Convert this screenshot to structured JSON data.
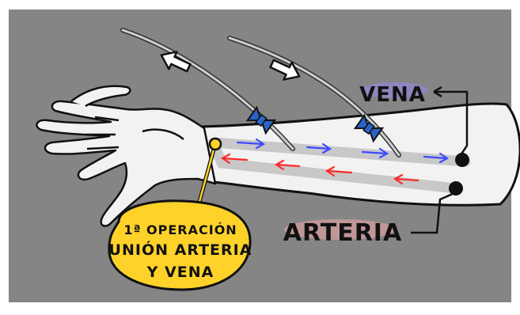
{
  "labels": {
    "vena": "VENA",
    "arteria": "ARTERIA",
    "operation": [
      "1ª OPERACIÓN",
      "UNIÓN ARTERIA",
      "Y VENA"
    ]
  },
  "colors": {
    "background": "#858585",
    "skin": "#f2f2f2",
    "vessel": "#c8c8c8",
    "vein_arrows": "#3d4bff",
    "artery_arrows": "#ff2a2a",
    "needle_hub": "#2a64c8",
    "callout": "#ffd22a",
    "vena_highlight": "#8f86c8",
    "arteria_highlight": "#c99a9a",
    "outline": "#111111"
  },
  "icons": {
    "outflow_arrow": "arrow-up-left-icon",
    "inflow_arrow": "arrow-down-right-icon",
    "needle": "needle-butterfly-icon"
  }
}
